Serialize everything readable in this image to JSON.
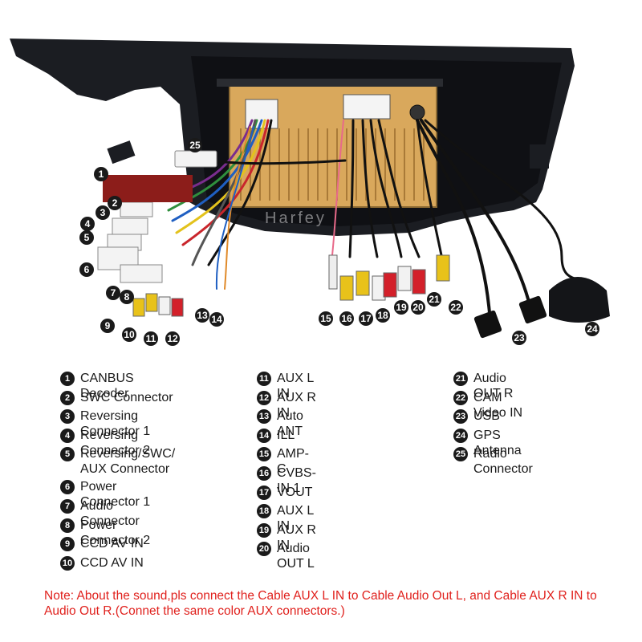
{
  "image": {
    "watermark": "Harfey",
    "colors": {
      "bezel": "#1b1d22",
      "unit_body": "#d9a85c",
      "callout_badge": "#1a1a1a",
      "note_text": "#e0211d",
      "rca_yellow": "#e8c21a",
      "rca_white": "#f2f2f2",
      "rca_red": "#d3202a"
    }
  },
  "legend": [
    {
      "num": "1",
      "label": "CANBUS Decoder"
    },
    {
      "num": "2",
      "label": "SWC Connector"
    },
    {
      "num": "3",
      "label": "Reversing Connector 1"
    },
    {
      "num": "4",
      "label": "Reversing Connector 2"
    },
    {
      "num": "5",
      "label": "Reversing/SWC/\nAUX Connector"
    },
    {
      "num": "6",
      "label": "Power Connector 1"
    },
    {
      "num": "7",
      "label": "Audio Connector"
    },
    {
      "num": "8",
      "label": "Power Connector 2"
    },
    {
      "num": "9",
      "label": "CCD AV IN"
    },
    {
      "num": "10",
      "label": "CCD AV IN"
    },
    {
      "num": "11",
      "label": "AUX L IN"
    },
    {
      "num": "12",
      "label": "AUX R IN"
    },
    {
      "num": "13",
      "label": "Auto ANT"
    },
    {
      "num": "14",
      "label": "ILL"
    },
    {
      "num": "15",
      "label": "AMP-C"
    },
    {
      "num": "16",
      "label": "CVBS-IN 1"
    },
    {
      "num": "17",
      "label": "VOUT"
    },
    {
      "num": "18",
      "label": "AUX L IN"
    },
    {
      "num": "19",
      "label": "AUX R IN"
    },
    {
      "num": "20",
      "label": "Audio OUT L"
    },
    {
      "num": "21",
      "label": "Audio OUT R"
    },
    {
      "num": "22",
      "label": "CAM Video IN"
    },
    {
      "num": "23",
      "label": "USB"
    },
    {
      "num": "24",
      "label": "GPS Antenna"
    },
    {
      "num": "25",
      "label": "Radio Connector"
    }
  ],
  "note": "Note: About the sound,pls connect the Cable AUX L IN to Cable Audio Out L, and Cable AUX R IN to  Audio Out R.(Connet the same color AUX connectors.)"
}
